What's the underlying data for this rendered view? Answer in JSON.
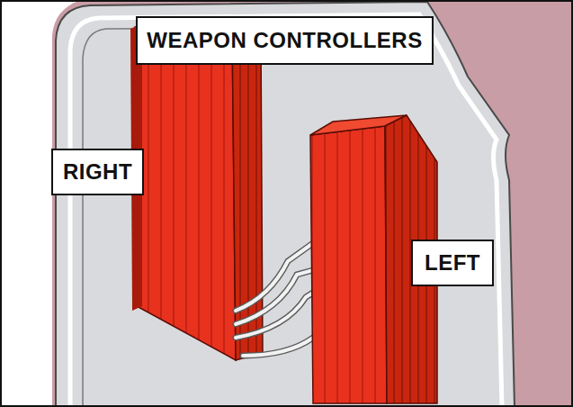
{
  "diagram": {
    "nodes": [
      {
        "text": [
          "WEAPON CONTROLLERS"
        ]
      },
      {
        "text": [
          "RIGHT"
        ]
      },
      {
        "text": [
          "LEFT"
        ]
      }
    ]
  }
}
